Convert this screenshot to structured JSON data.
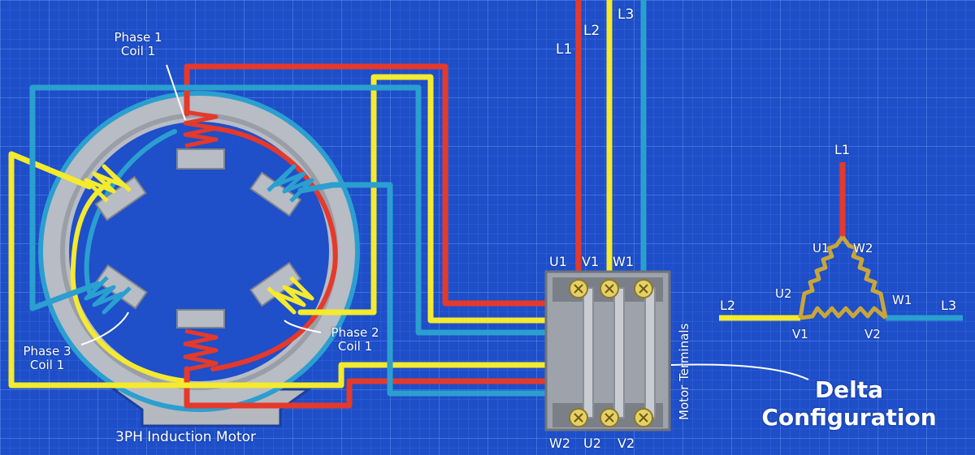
{
  "motor": {
    "title": "3PH Induction Motor",
    "coil_labels": {
      "phase1": "Phase 1\nCoil 1",
      "phase2": "Phase 2\nCoil 1",
      "phase3": "Phase 3\nCoil 1"
    }
  },
  "supply_lines": {
    "l1": "L1",
    "l2": "L2",
    "l3": "L3"
  },
  "terminal_block": {
    "label": "Motor Terminals",
    "top_terminals": [
      "U1",
      "V1",
      "W1"
    ],
    "bottom_terminals": [
      "W2",
      "U2",
      "V2"
    ]
  },
  "configuration_label": "Delta\nConfiguration",
  "delta_symbol": {
    "line_labels": {
      "top": "L1",
      "left": "L2",
      "right": "L3"
    },
    "node_labels": {
      "u1": "U1",
      "w2": "W2",
      "u2": "U2",
      "w1": "W1",
      "v1": "V1",
      "v2": "V2"
    }
  },
  "colors": {
    "background": "#1e4ec8",
    "phase1_red": "#e5392b",
    "phase2_yellow": "#f4ea2e",
    "phase3_blue": "#2a9fd0",
    "stator_grey": "#b8bcc4",
    "terminal_gold": "#d9c14a",
    "delta_gold": "#c9a63a"
  }
}
